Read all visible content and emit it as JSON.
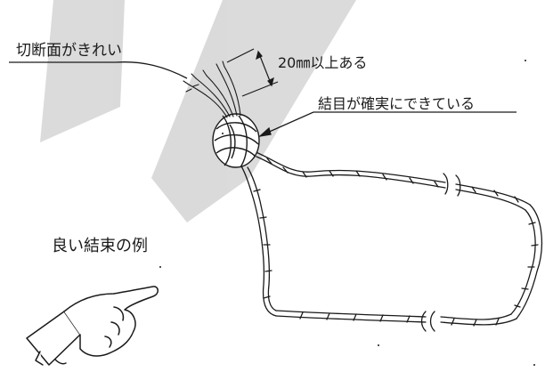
{
  "colors": {
    "ink": "#1a1a1a",
    "watermark": "#bdbdbd"
  },
  "labels": {
    "clean_cut": "切断面がきれい",
    "tail_length": "20㎜以上ある",
    "knot_secure": "結目が確実にできている",
    "good_example": "良い結束の例"
  }
}
